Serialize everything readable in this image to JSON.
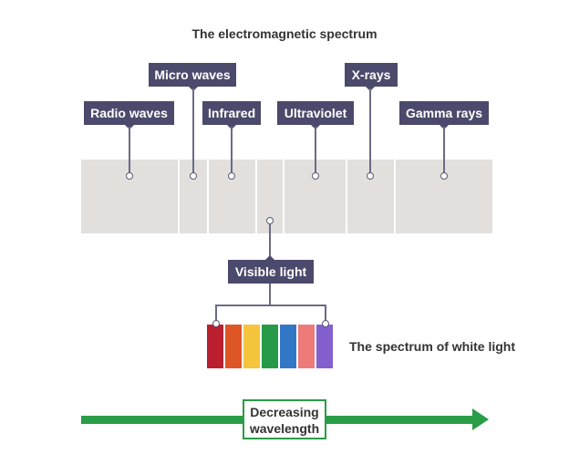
{
  "title": "The electromagnetic spectrum",
  "spectrum": [
    {
      "id": "radio",
      "label": "Radio waves"
    },
    {
      "id": "micro",
      "label": "Micro waves"
    },
    {
      "id": "infrared",
      "label": "Infrared"
    },
    {
      "id": "visible",
      "label": "Visible light"
    },
    {
      "id": "ultraviolet",
      "label": "Ultraviolet"
    },
    {
      "id": "xray",
      "label": "X-rays"
    },
    {
      "id": "gamma",
      "label": "Gamma rays"
    }
  ],
  "visible_spectrum": {
    "caption": "The spectrum of white light",
    "colors": [
      "#bb1e2e",
      "#de5526",
      "#f4c53d",
      "#279a4a",
      "#3377c7",
      "#ec7b79",
      "#8360ce"
    ]
  },
  "arrow": {
    "line1": "Decreasing",
    "line2": "wavelength",
    "color": "#2a9d47"
  },
  "colors": {
    "label_bg": "#4b4a6c",
    "segment_bg": "#e2dfdd"
  }
}
